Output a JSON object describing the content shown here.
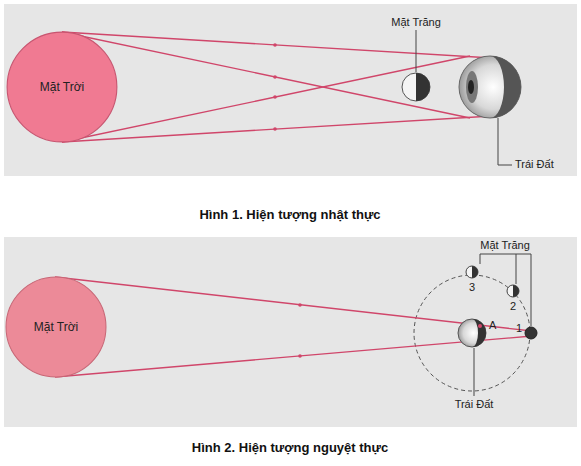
{
  "diagram": {
    "nodes": [
      {
        "text": [
          "Mặt Trời"
        ]
      },
      {
        "text": [
          "Mặt Trời"
        ]
      }
    ],
    "labels": [
      "Mặt Trăng",
      "Trái Đất",
      "Hình 1. Hiện tượng nhật thực",
      "Mặt Trăng",
      "3",
      "2",
      "A",
      "1",
      "Trái Đất",
      "Hình 2. Hiện tượng nguyệt thực"
    ]
  }
}
